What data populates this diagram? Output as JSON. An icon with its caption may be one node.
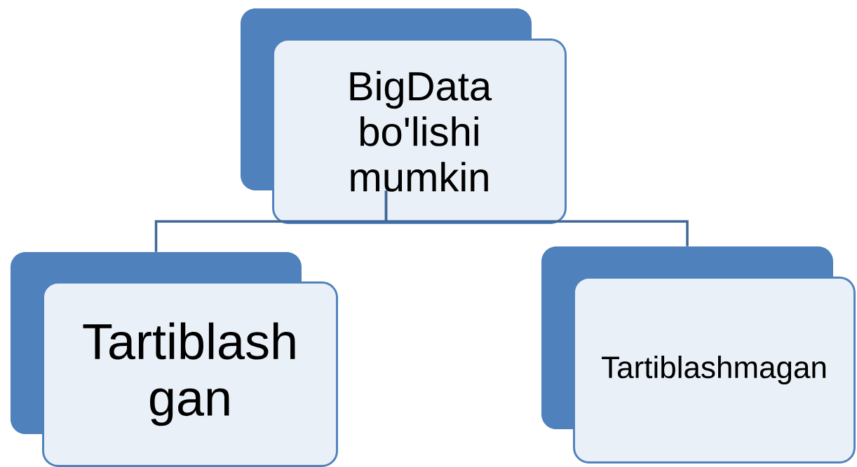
{
  "diagram": {
    "nodes": [
      {
        "text": [
          "BigData bo'lishi mumkin"
        ]
      },
      {
        "text": [
          "Tartiblash gan"
        ]
      },
      {
        "text": [
          "Tartiblashmagan"
        ]
      }
    ],
    "edges": [
      {
        "from": 0,
        "to": 1,
        "arrow": "none"
      },
      {
        "from": 0,
        "to": 2,
        "arrow": "none"
      }
    ]
  }
}
